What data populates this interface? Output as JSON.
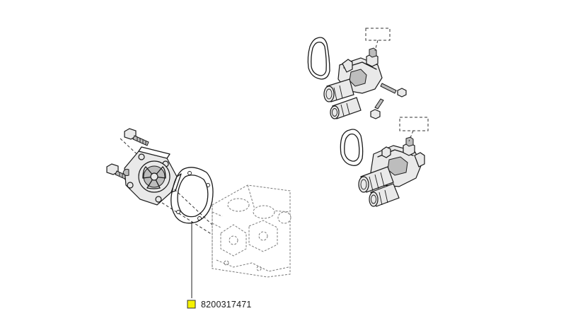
{
  "callout": {
    "part_number": "8200317471",
    "marker_color": "#f6f200"
  },
  "references": [
    {
      "name": "thermostat-reference-box-1",
      "text": ""
    },
    {
      "name": "thermostat-reference-box-2",
      "text": ""
    }
  ]
}
